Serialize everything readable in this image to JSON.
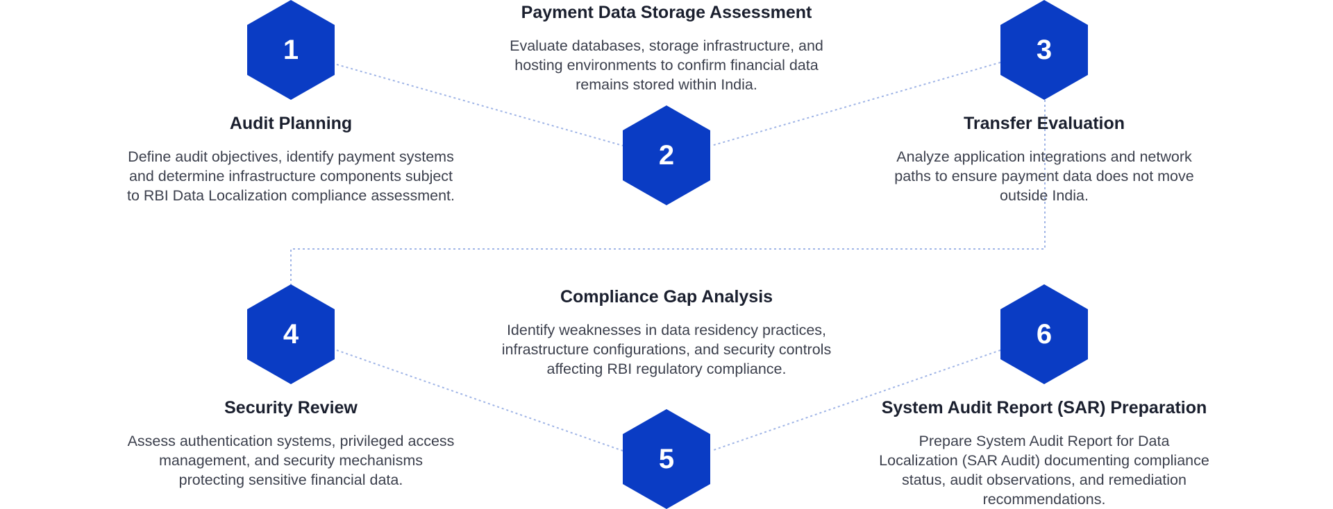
{
  "colors": {
    "accent": "#0a3cc4",
    "connector": "#9fb4e6",
    "title": "#1a1f2e",
    "text": "#3b3f4c"
  },
  "steps": [
    {
      "number": "1",
      "title": "Audit Planning",
      "description": "Define audit objectives, identify payment systems and determine infrastructure components subject to RBI Data Localization compliance assessment."
    },
    {
      "number": "2",
      "title": "Payment Data Storage Assessment",
      "description": "Evaluate databases, storage infrastructure, and hosting environments to confirm financial data remains stored within India."
    },
    {
      "number": "3",
      "title": "Transfer Evaluation",
      "description": "Analyze application integrations and network paths to ensure payment data does not move outside India."
    },
    {
      "number": "4",
      "title": "Security Review",
      "description": "Assess authentication systems, privileged access management, and security mechanisms protecting sensitive financial data."
    },
    {
      "number": "5",
      "title": "Compliance Gap Analysis",
      "description": "Identify weaknesses in data residency practices, infrastructure configurations, and security controls affecting RBI regulatory compliance."
    },
    {
      "number": "6",
      "title": "System Audit Report (SAR) Preparation",
      "description": "Prepare System Audit Report for Data Localization (SAR Audit) documenting compliance status, audit observations, and remediation recommendations."
    }
  ]
}
